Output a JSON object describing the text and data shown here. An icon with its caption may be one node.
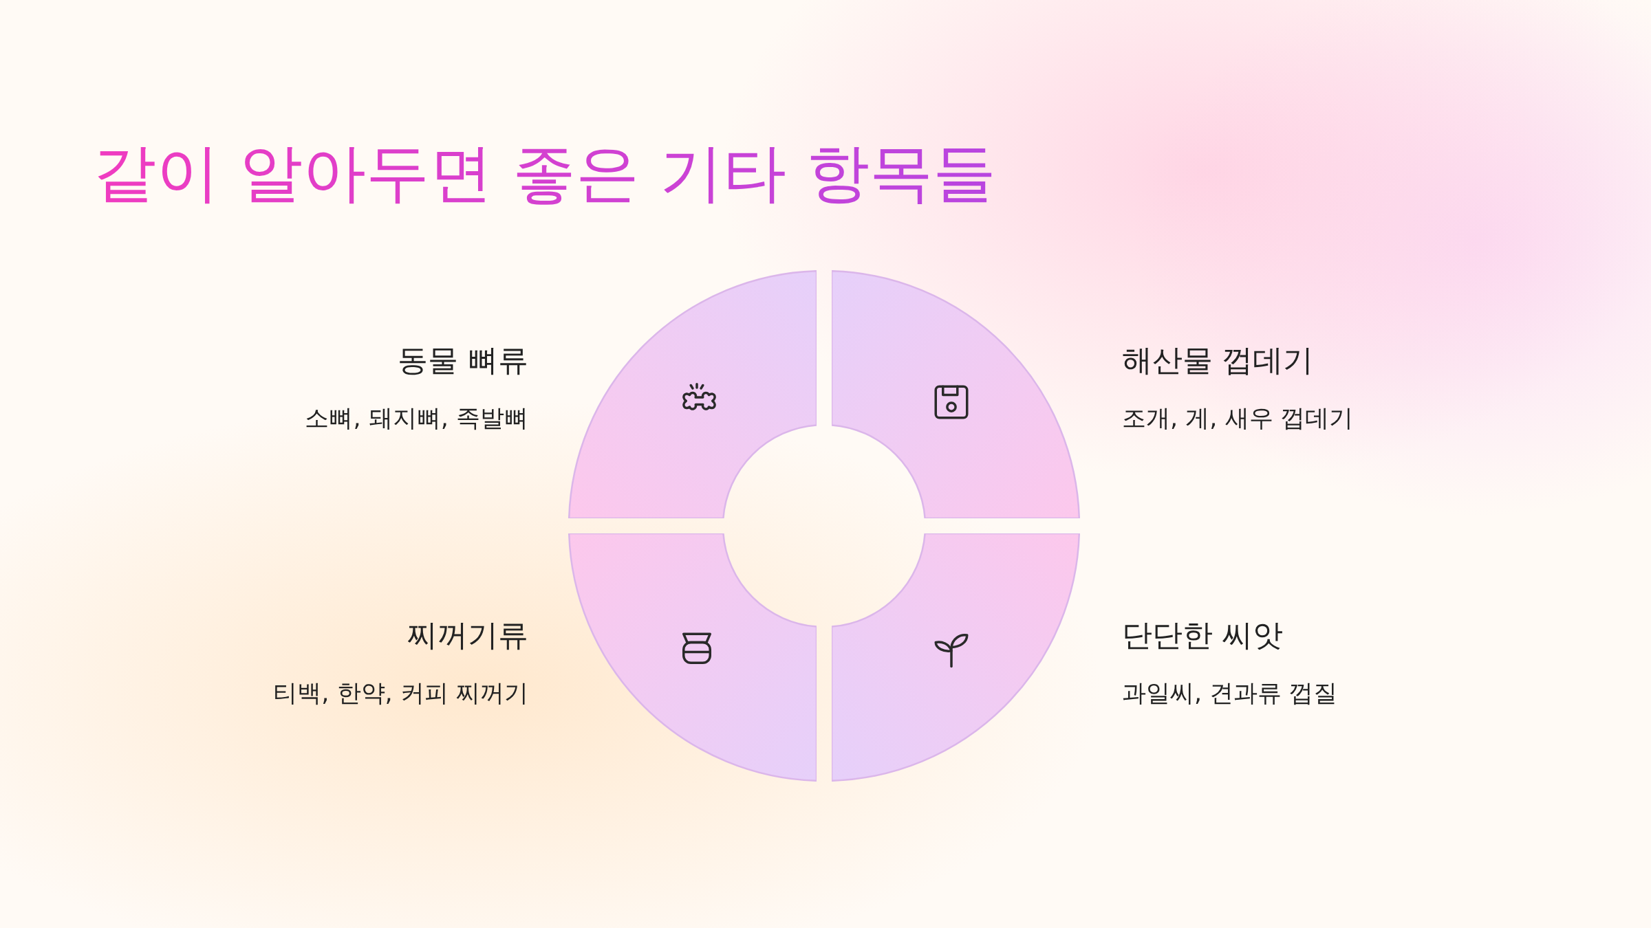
{
  "diagram": {
    "title": "같이 알아두면 좋은 기타 항목들",
    "nodes": [
      {
        "text": [],
        "shape": "quadrant",
        "beside": [
          "동물 뼈류",
          "소뼈, 돼지뼈, 족발뼈"
        ]
      },
      {
        "text": [],
        "shape": "quadrant",
        "beside": [
          "해산물 껍데기",
          "조개, 게, 새우 껍데기"
        ]
      },
      {
        "text": [],
        "shape": "quadrant",
        "beside": [
          "찌꺼기류",
          "티백, 한약, 커피 찌꺼기"
        ]
      },
      {
        "text": [],
        "shape": "quadrant",
        "beside": [
          "단단한 씨앗",
          "과일씨, 견과류 껍질"
        ]
      }
    ]
  }
}
